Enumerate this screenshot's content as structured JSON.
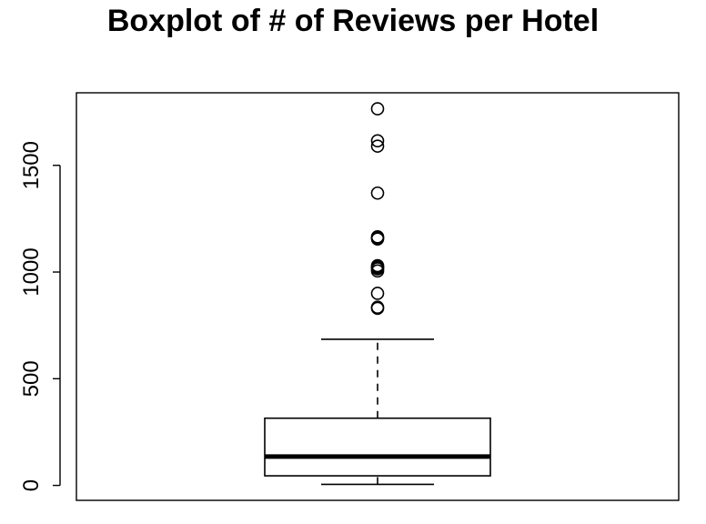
{
  "chart_data": {
    "type": "boxplot",
    "title": "Boxplot of # of Reviews per Hotel",
    "xlabel": "",
    "ylabel": "",
    "ylim": [
      -70,
      1840
    ],
    "yticks": [
      0,
      500,
      1000,
      1500
    ],
    "ytick_labels": [
      "0",
      "500",
      "1000",
      "1500"
    ],
    "grid": false,
    "box": {
      "min": 5,
      "q1": 45,
      "median": 135,
      "q3": 315,
      "whisker_high": 685,
      "outliers": [
        830,
        835,
        900,
        1005,
        1015,
        1020,
        1025,
        1030,
        1155,
        1160,
        1165,
        1370,
        1590,
        1615,
        1765
      ]
    }
  }
}
